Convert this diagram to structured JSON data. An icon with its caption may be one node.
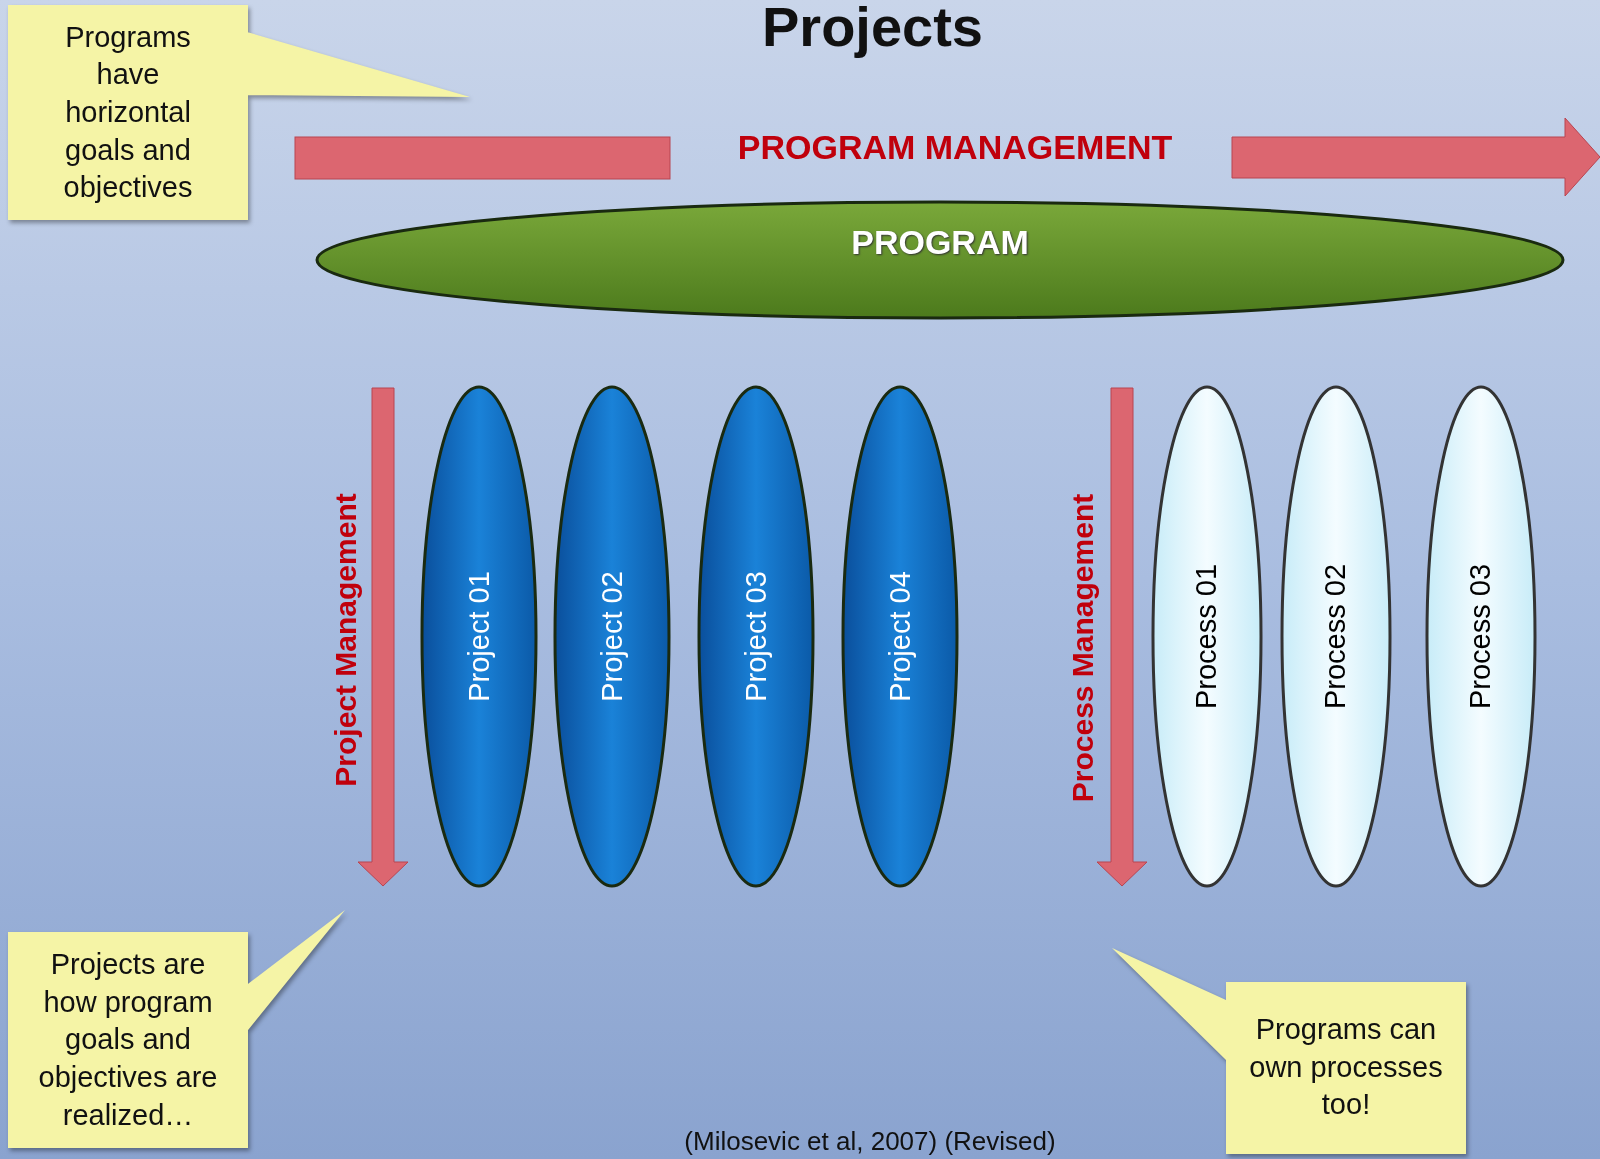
{
  "diagram": {
    "title": "Projects",
    "nodes": [
      {
        "text": [
          "Programs have horizontal goals and objectives"
        ]
      },
      {
        "text": [
          "PROGRAM"
        ]
      },
      {
        "text": [
          "Project 01"
        ]
      },
      {
        "text": [
          "Project 02"
        ]
      },
      {
        "text": [
          "Project 03"
        ]
      },
      {
        "text": [
          "Project 04"
        ]
      },
      {
        "text": [
          "Process 01"
        ]
      },
      {
        "text": [
          "Process 02"
        ]
      },
      {
        "text": [
          "Process 03"
        ]
      },
      {
        "text": [
          "Projects are how program goals and objectives are realized…"
        ]
      },
      {
        "text": [
          "Programs can own processes too!"
        ]
      }
    ],
    "labels": [
      "PROGRAM MANAGEMENT",
      "Project Management",
      "Process Management",
      "(Milosevic et al, 2007) (Revised)"
    ]
  }
}
